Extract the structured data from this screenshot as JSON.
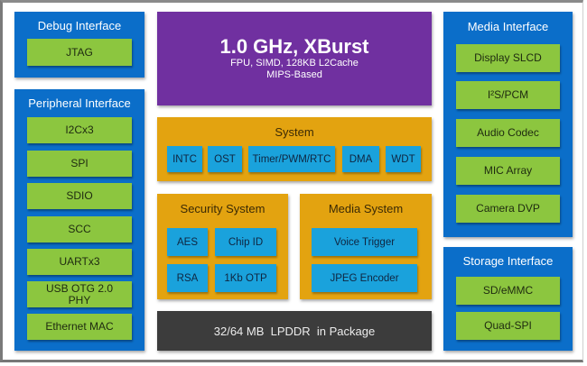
{
  "colors": {
    "interface_panel": "#0b6ec9",
    "interface_item": "#8cc63f",
    "cpu_block": "#7030a0",
    "system_block": "#e3a310",
    "system_chip": "#1aa2dc",
    "memory_block": "#3c3c3c"
  },
  "debug_interface": {
    "title": "Debug Interface",
    "items": [
      "JTAG"
    ]
  },
  "peripheral_interface": {
    "title": "Peripheral Interface",
    "items": [
      "I2Cx3",
      "SPI",
      "SDIO",
      "SCC",
      "UARTx3",
      "USB OTG 2.0 PHY",
      "Ethernet MAC"
    ]
  },
  "cpu": {
    "title": "1.0 GHz, XBurst",
    "line1": "FPU, SIMD, 128KB L2Cache",
    "line2": "MIPS-Based"
  },
  "system": {
    "title": "System",
    "items": [
      "INTC",
      "OST",
      "Timer/PWM/RTC",
      "DMA",
      "WDT"
    ]
  },
  "security_system": {
    "title": "Security System",
    "items": [
      "AES",
      "Chip ID",
      "RSA",
      "1Kb OTP"
    ]
  },
  "media_system": {
    "title": "Media System",
    "items": [
      "Voice Trigger",
      "JPEG Encoder"
    ]
  },
  "memory": {
    "label": "32/64 MB  LPDDR  in Package"
  },
  "media_interface": {
    "title": "Media Interface",
    "items": [
      "Display SLCD",
      "I²S/PCM",
      "Audio Codec",
      "MIC Array",
      "Camera DVP"
    ]
  },
  "storage_interface": {
    "title": "Storage Interface",
    "items": [
      "SD/eMMC",
      "Quad-SPI"
    ]
  }
}
